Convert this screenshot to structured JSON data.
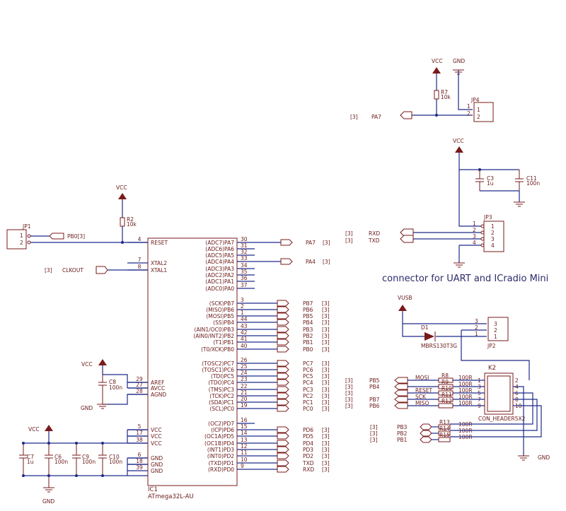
{
  "ic1": {
    "ref": "IC1",
    "value": "ATmega32L-AU",
    "left_pins": [
      {
        "num": "4",
        "name": "RESET"
      },
      {
        "num": "7",
        "name": "XTAL2"
      },
      {
        "num": "8",
        "name": "XTAL1"
      },
      {
        "num": "29",
        "name": "AREF"
      },
      {
        "num": "27",
        "name": "AVCC"
      },
      {
        "num": "28",
        "name": "AGND"
      },
      {
        "num": "5",
        "name": "VCC"
      },
      {
        "num": "17",
        "name": "VCC"
      },
      {
        "num": "38",
        "name": "VCC"
      },
      {
        "num": "6",
        "name": "GND"
      },
      {
        "num": "18",
        "name": "GND"
      },
      {
        "num": "39",
        "name": "GND"
      }
    ],
    "right_pins": [
      {
        "num": "30",
        "name": "(ADC7)PA7",
        "net": "PA7",
        "sheet": "[3]"
      },
      {
        "num": "31",
        "name": "(ADC6)PA6",
        "net": "",
        "sheet": ""
      },
      {
        "num": "32",
        "name": "(ADC5)PA5",
        "net": "",
        "sheet": ""
      },
      {
        "num": "33",
        "name": "(ADC4)PA4",
        "net": "PA4",
        "sheet": "[3]"
      },
      {
        "num": "34",
        "name": "(ADC3)PA3",
        "net": "",
        "sheet": ""
      },
      {
        "num": "35",
        "name": "(ADC2)PA2",
        "net": "",
        "sheet": ""
      },
      {
        "num": "36",
        "name": "(ADC1)PA1",
        "net": "",
        "sheet": ""
      },
      {
        "num": "37",
        "name": "(ADC0)PA0",
        "net": "",
        "sheet": ""
      },
      {
        "num": "3",
        "name": "(SCK)PB7",
        "net": "PB7",
        "sheet": "[3]"
      },
      {
        "num": "2",
        "name": "(MISO)PB6",
        "net": "PB6",
        "sheet": "[3]"
      },
      {
        "num": "1",
        "name": "(MOSI)PB5",
        "net": "PB5",
        "sheet": "[3]"
      },
      {
        "num": "44",
        "name": "(SS)PB4",
        "net": "PB4",
        "sheet": "[3]"
      },
      {
        "num": "43",
        "name": "(AIN1/OC0)PB3",
        "net": "PB3",
        "sheet": "[3]"
      },
      {
        "num": "42",
        "name": "(AIN0/INT2)PB2",
        "net": "PB2",
        "sheet": "[3]"
      },
      {
        "num": "41",
        "name": "(T1)PB1",
        "net": "PB1",
        "sheet": "[3]"
      },
      {
        "num": "40",
        "name": "(T0/XCK)PB0",
        "net": "PB0",
        "sheet": "[3]"
      },
      {
        "num": "26",
        "name": "(TOSC2)PC7",
        "net": "PC7",
        "sheet": "[3]"
      },
      {
        "num": "25",
        "name": "(TOSC1)PC6",
        "net": "PC6",
        "sheet": "[3]"
      },
      {
        "num": "24",
        "name": "(TDI)PC5",
        "net": "PC5",
        "sheet": "[3]"
      },
      {
        "num": "23",
        "name": "(TDO)PC4",
        "net": "PC4",
        "sheet": "[3]"
      },
      {
        "num": "22",
        "name": "(TMS)PC3",
        "net": "PC3",
        "sheet": "[3]"
      },
      {
        "num": "21",
        "name": "(TCK)PC2",
        "net": "PC2",
        "sheet": "[3]"
      },
      {
        "num": "20",
        "name": "(SDA)PC1",
        "net": "PC1",
        "sheet": "[3]"
      },
      {
        "num": "19",
        "name": "(SCL)PC0",
        "net": "PC0",
        "sheet": "[3]"
      },
      {
        "num": "16",
        "name": "(OC2)PD7",
        "net": "",
        "sheet": ""
      },
      {
        "num": "15",
        "name": "(ICP)PD6",
        "net": "PD6",
        "sheet": "[3]"
      },
      {
        "num": "14",
        "name": "(OC1A)PD5",
        "net": "PD5",
        "sheet": "[3]"
      },
      {
        "num": "13",
        "name": "(OC1B)PD4",
        "net": "PD4",
        "sheet": "[3]"
      },
      {
        "num": "12",
        "name": "(INT1)PD3",
        "net": "PD3",
        "sheet": "[3]"
      },
      {
        "num": "11",
        "name": "(INT0)PD2",
        "net": "PD2",
        "sheet": "[3]"
      },
      {
        "num": "10",
        "name": "(TXD)PD1",
        "net": "TXD",
        "sheet": "[3]"
      },
      {
        "num": "9",
        "name": "(RXD)PD0",
        "net": "RXD",
        "sheet": "[3]"
      }
    ]
  },
  "labels": {
    "vcc": "VCC",
    "gnd": "GND",
    "vusb": "VUSB",
    "sheet": "[3]",
    "pb0_tag": "PB0[3]",
    "clkout": "CLKOUT",
    "pa7": "PA7",
    "rxd": "RXD",
    "txd": "TXD",
    "pb5": "PB5",
    "pb4": "PB4",
    "pb7": "PB7",
    "pb6": "PB6",
    "pb3": "PB3",
    "pb2": "PB2",
    "pb1": "PB1",
    "mosi": "MOSI",
    "reset_net": "RESET",
    "sck": "SCK",
    "miso": "MISO",
    "uart_note": "connector for UART and ICradio Mini"
  },
  "parts": {
    "r2": {
      "ref": "R2",
      "value": "10k"
    },
    "r7": {
      "ref": "R7",
      "value": "10k"
    },
    "jp1": {
      "ref": "JP1",
      "pins": [
        "1",
        "2"
      ]
    },
    "jp4": {
      "ref": "JP4",
      "pins": [
        "1",
        "2"
      ]
    },
    "jp3": {
      "ref": "JP3",
      "pins": [
        "1",
        "2",
        "3",
        "4"
      ]
    },
    "jp2": {
      "ref": "JP2",
      "pins": [
        "3",
        "2",
        "1"
      ]
    },
    "c3": {
      "ref": "C3",
      "value": "1u"
    },
    "c11": {
      "ref": "C11",
      "value": "100n"
    },
    "c8": {
      "ref": "C8",
      "value": "100n"
    },
    "c7": {
      "ref": "C7",
      "value": "1u"
    },
    "c6": {
      "ref": "C6",
      "value": "100n"
    },
    "c9": {
      "ref": "C9",
      "value": "100n"
    },
    "c10": {
      "ref": "C10",
      "value": "100n"
    },
    "d1": {
      "ref": "D1",
      "value": "MBRS130T3G"
    },
    "k2": {
      "ref": "K2",
      "value": "CON_HEADER5X2",
      "left": [
        "1",
        "3",
        "5",
        "7",
        "9"
      ],
      "right": [
        "2",
        "4",
        "6",
        "8",
        "10"
      ]
    },
    "isp_r": [
      {
        "ref": "R8",
        "value": "100R"
      },
      {
        "ref": "R9",
        "value": "100R"
      },
      {
        "ref": "R10",
        "value": "100R"
      },
      {
        "ref": "R11",
        "value": "100R"
      },
      {
        "ref": "R12",
        "value": "100R"
      }
    ],
    "aux_r": [
      {
        "ref": "R13",
        "value": "100R"
      },
      {
        "ref": "R14",
        "value": "100R"
      },
      {
        "ref": "R15",
        "value": "100R"
      }
    ]
  },
  "colors": {
    "wire": "#1e2a8a",
    "part": "#7a1a1a",
    "text": "#6b1a1a"
  }
}
